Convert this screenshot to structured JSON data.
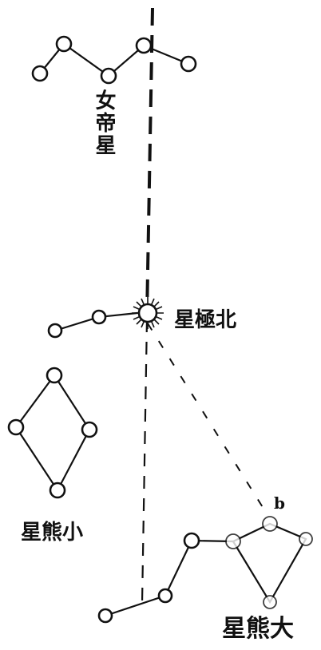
{
  "labels": {
    "vega": "女帝星",
    "polaris": "星極北",
    "ursa_minor": "星熊小",
    "ursa_major": "星熊大",
    "star_b": "b"
  }
}
